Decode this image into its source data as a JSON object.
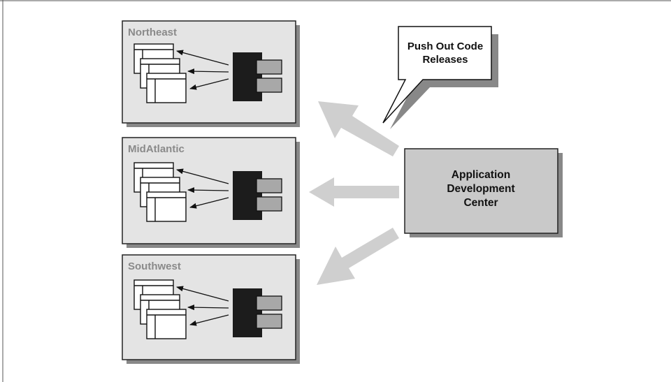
{
  "regions": [
    {
      "name": "Northeast"
    },
    {
      "name": "MidAtlantic"
    },
    {
      "name": "Southwest"
    }
  ],
  "callout": {
    "line1": "Push Out Code",
    "line2": "Releases"
  },
  "center": {
    "line1": "Application",
    "line2": "Development",
    "line3": "Center"
  },
  "colors": {
    "region_fill": "#e4e4e4",
    "center_fill": "#c9c9c9",
    "flow_arrow": "#cfcfcf",
    "server_body": "#1c1c1c",
    "server_port": "#a8a8a8",
    "region_title": "#8a8a8a"
  }
}
